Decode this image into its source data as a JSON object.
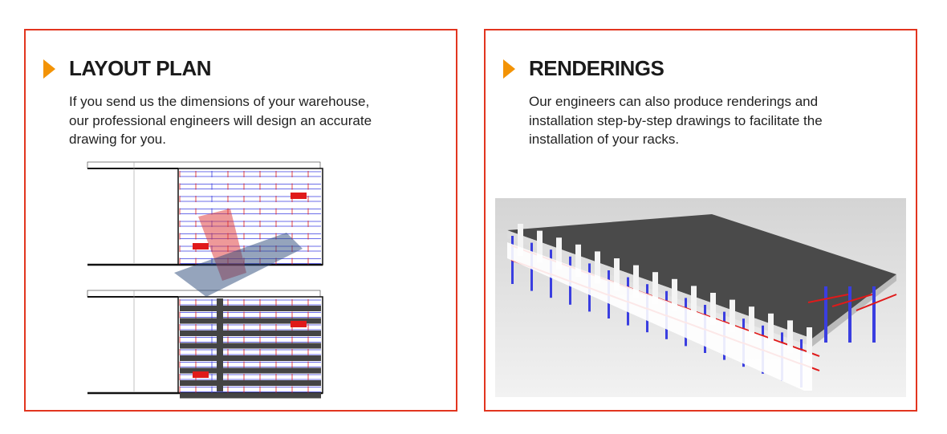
{
  "sections": [
    {
      "title": "LAYOUT PLAN",
      "description": "If you send us the dimensions of your warehouse, our professional engineers will design an accurate drawing for you."
    },
    {
      "title": "RENDERINGS",
      "description": "Our engineers can also produce renderings and installation step-by-step drawings to facilitate the installation of your racks."
    }
  ],
  "colors": {
    "border": "#e2351f",
    "arrow": "#f39305",
    "rack_blue": "#3a3ee0",
    "rack_red": "#e01a1a"
  }
}
